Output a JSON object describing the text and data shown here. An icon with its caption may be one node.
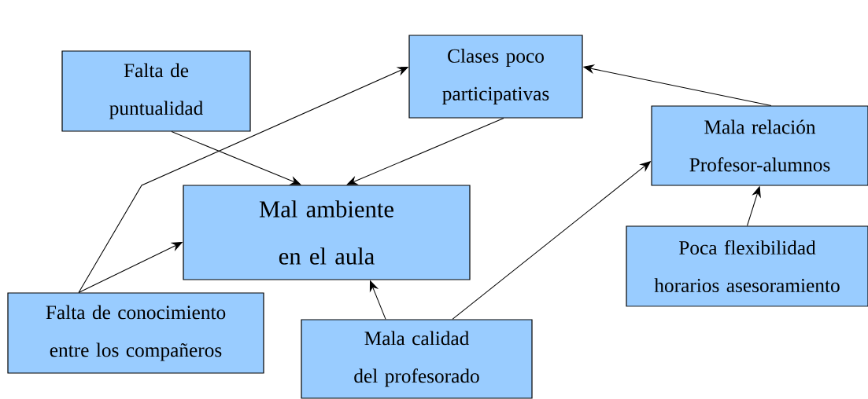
{
  "diagram": {
    "nodes": [
      {
        "text": [
          "Falta de puntualidad"
        ]
      },
      {
        "text": [
          "Clases poco participativas"
        ]
      },
      {
        "text": [
          "Mala relación Profesor-alumnos"
        ]
      },
      {
        "text": [
          "Mal ambiente en el aula"
        ]
      },
      {
        "text": [
          "Poca flexibilidad horarios asesoramiento"
        ]
      },
      {
        "text": [
          "Falta de conocimiento entre los compañeros"
        ]
      },
      {
        "text": [
          "Mala calidad del profesorado"
        ]
      }
    ],
    "edges": [
      {
        "from": 0,
        "to": 3,
        "arrow": "to"
      },
      {
        "from": 1,
        "to": 3,
        "arrow": "to"
      },
      {
        "from": 2,
        "to": 1,
        "arrow": "to"
      },
      {
        "from": 4,
        "to": 2,
        "arrow": "to"
      },
      {
        "from": 5,
        "to": 1,
        "arrow": "to"
      },
      {
        "from": 5,
        "to": 3,
        "arrow": "to"
      },
      {
        "from": 6,
        "to": 3,
        "arrow": "to"
      },
      {
        "from": 6,
        "to": 2,
        "arrow": "to"
      }
    ]
  }
}
